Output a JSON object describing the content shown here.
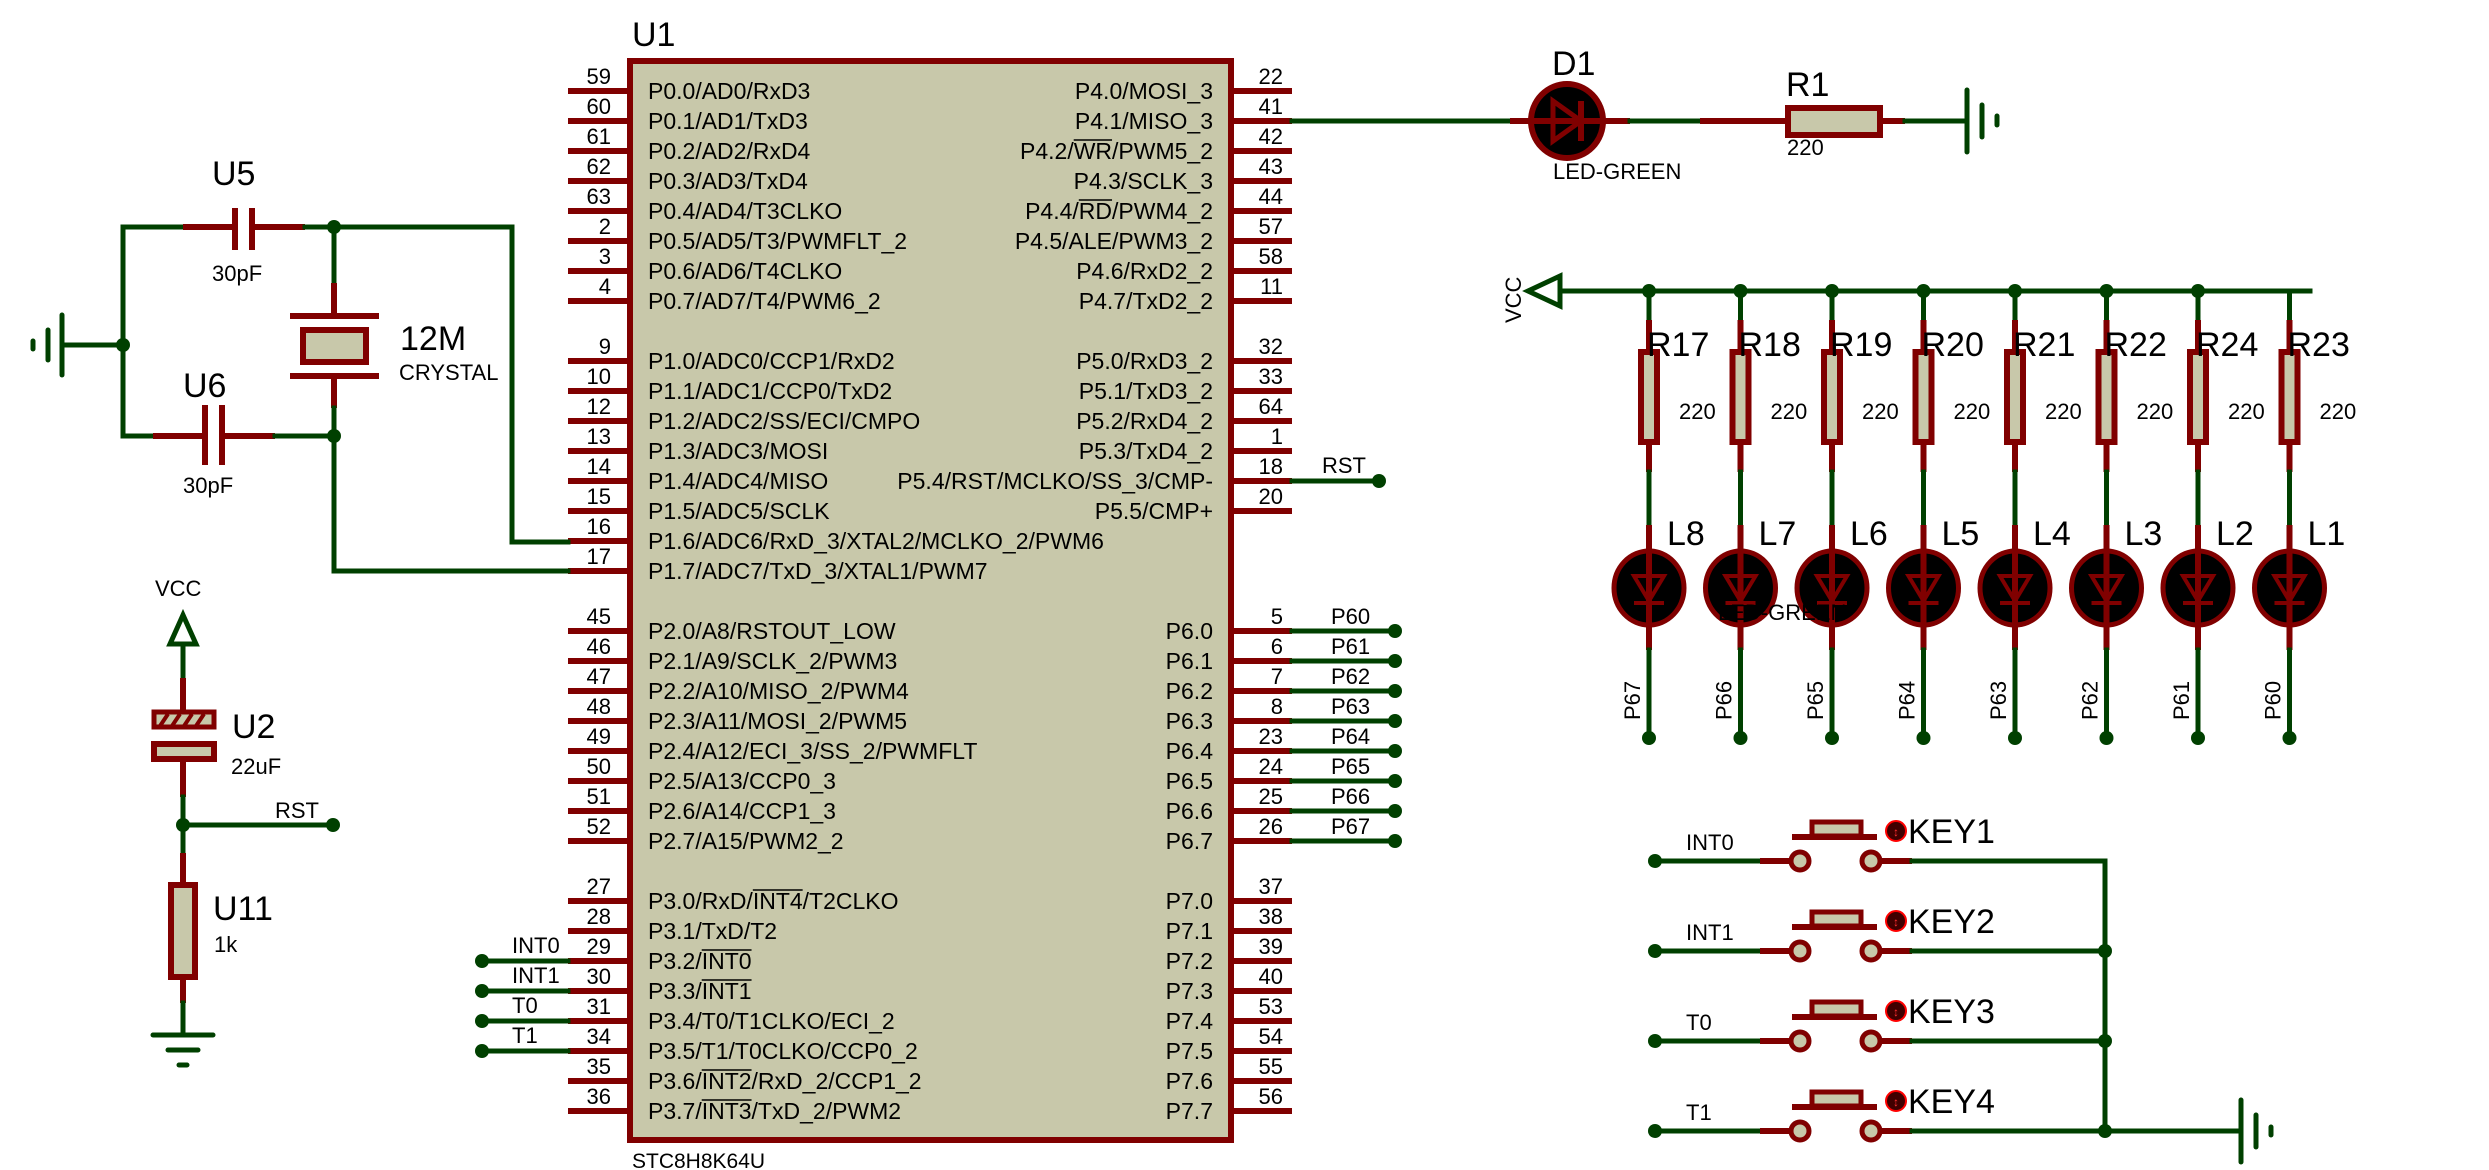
{
  "title": "STC8H8K64U LED / key schematic",
  "colors": {
    "wire": "#004000",
    "pin": "#800000",
    "body": "#c8c8aa",
    "led_fill": "#000000",
    "key_marker": "#ff0000"
  },
  "u1": {
    "ref": "U1",
    "part": "STC8H8K64U",
    "left_pins": [
      {
        "num": "59",
        "label": "P0.0/AD0/RxD3"
      },
      {
        "num": "60",
        "label": "P0.1/AD1/TxD3"
      },
      {
        "num": "61",
        "label": "P0.2/AD2/RxD4"
      },
      {
        "num": "62",
        "label": "P0.3/AD3/TxD4"
      },
      {
        "num": "63",
        "label": "P0.4/AD4/T3CLKO"
      },
      {
        "num": "2",
        "label": "P0.5/AD5/T3/PWMFLT_2"
      },
      {
        "num": "3",
        "label": "P0.6/AD6/T4CLKO"
      },
      {
        "num": "4",
        "label": "P0.7/AD7/T4/PWM6_2"
      },
      {
        "num": "9",
        "label": "P1.0/ADC0/CCP1/RxD2"
      },
      {
        "num": "10",
        "label": "P1.1/ADC1/CCP0/TxD2"
      },
      {
        "num": "12",
        "label": "P1.2/ADC2/SS/ECI/CMPO"
      },
      {
        "num": "13",
        "label": "P1.3/ADC3/MOSI"
      },
      {
        "num": "14",
        "label": "P1.4/ADC4/MISO"
      },
      {
        "num": "15",
        "label": "P1.5/ADC5/SCLK"
      },
      {
        "num": "16",
        "label": "P1.6/ADC6/RxD_3/XTAL2/MCLKO_2/PWM6"
      },
      {
        "num": "17",
        "label": "P1.7/ADC7/TxD_3/XTAL1/PWM7"
      },
      {
        "num": "45",
        "label": "P2.0/A8/RSTOUT_LOW"
      },
      {
        "num": "46",
        "label": "P2.1/A9/SCLK_2/PWM3"
      },
      {
        "num": "47",
        "label": "P2.2/A10/MISO_2/PWM4"
      },
      {
        "num": "48",
        "label": "P2.3/A11/MOSI_2/PWM5"
      },
      {
        "num": "49",
        "label": "P2.4/A12/ECI_3/SS_2/PWMFLT"
      },
      {
        "num": "50",
        "label": "P2.5/A13/CCP0_3"
      },
      {
        "num": "51",
        "label": "P2.6/A14/CCP1_3"
      },
      {
        "num": "52",
        "label": "P2.7/A15/PWM2_2"
      },
      {
        "num": "27",
        "label": "P3.0/RxD/INT4/T2CLKO"
      },
      {
        "num": "28",
        "label": "P3.1/TxD/T2"
      },
      {
        "num": "29",
        "label": "P3.2/INT0"
      },
      {
        "num": "30",
        "label": "P3.3/INT1"
      },
      {
        "num": "31",
        "label": "P3.4/T0/T1CLKO/ECI_2"
      },
      {
        "num": "34",
        "label": "P3.5/T1/T0CLKO/CCP0_2"
      },
      {
        "num": "35",
        "label": "P3.6/INT2/RxD_2/CCP1_2"
      },
      {
        "num": "36",
        "label": "P3.7/INT3/TxD_2/PWM2"
      }
    ],
    "right_pins": [
      {
        "num": "22",
        "label": "P4.0/MOSI_3"
      },
      {
        "num": "41",
        "label": "P4.1/MISO_3"
      },
      {
        "num": "42",
        "label": "P4.2/WR/PWM5_2"
      },
      {
        "num": "43",
        "label": "P4.3/SCLK_3"
      },
      {
        "num": "44",
        "label": "P4.4/RD/PWM4_2"
      },
      {
        "num": "57",
        "label": "P4.5/ALE/PWM3_2"
      },
      {
        "num": "58",
        "label": "P4.6/RxD2_2"
      },
      {
        "num": "11",
        "label": "P4.7/TxD2_2"
      },
      {
        "num": "32",
        "label": "P5.0/RxD3_2"
      },
      {
        "num": "33",
        "label": "P5.1/TxD3_2"
      },
      {
        "num": "64",
        "label": "P5.2/RxD4_2"
      },
      {
        "num": "1",
        "label": "P5.3/TxD4_2"
      },
      {
        "num": "18",
        "label": "P5.4/RST/MCLKO/SS_3/CMP-"
      },
      {
        "num": "20",
        "label": "P5.5/CMP+"
      },
      null,
      null,
      {
        "num": "5",
        "label": "P6.0"
      },
      {
        "num": "6",
        "label": "P6.1"
      },
      {
        "num": "7",
        "label": "P6.2"
      },
      {
        "num": "8",
        "label": "P6.3"
      },
      {
        "num": "23",
        "label": "P6.4"
      },
      {
        "num": "24",
        "label": "P6.5"
      },
      {
        "num": "25",
        "label": "P6.6"
      },
      {
        "num": "26",
        "label": "P6.7"
      },
      {
        "num": "37",
        "label": "P7.0"
      },
      {
        "num": "38",
        "label": "P7.1"
      },
      {
        "num": "39",
        "label": "P7.2"
      },
      {
        "num": "40",
        "label": "P7.3"
      },
      {
        "num": "53",
        "label": "P7.4"
      },
      {
        "num": "54",
        "label": "P7.5"
      },
      {
        "num": "55",
        "label": "P7.6"
      },
      {
        "num": "56",
        "label": "P7.7"
      }
    ],
    "right_net_labels": [
      "P60",
      "P61",
      "P62",
      "P63",
      "P64",
      "P65",
      "P66",
      "P67"
    ],
    "rst_label": "RST",
    "left_net_labels": [
      "INT0",
      "INT1",
      "T0",
      "T1"
    ]
  },
  "crystal": {
    "ref": "12M",
    "value": "CRYSTAL"
  },
  "u5": {
    "ref": "U5",
    "value": "30pF"
  },
  "u6": {
    "ref": "U6",
    "value": "30pF"
  },
  "reset": {
    "vcc": "VCC",
    "cap_ref": "U2",
    "cap_value": "22uF",
    "net": "RST",
    "res_ref": "U11",
    "res_value": "1k"
  },
  "d1": {
    "ref": "D1",
    "value": "LED-GREEN"
  },
  "r1": {
    "ref": "R1",
    "value": "220"
  },
  "led_bank": {
    "vcc": "VCC",
    "resistors": [
      {
        "ref": "R17",
        "value": "220"
      },
      {
        "ref": "R18",
        "value": "220"
      },
      {
        "ref": "R19",
        "value": "220"
      },
      {
        "ref": "R20",
        "value": "220"
      },
      {
        "ref": "R21",
        "value": "220"
      },
      {
        "ref": "R22",
        "value": "220"
      },
      {
        "ref": "R24",
        "value": "220"
      },
      {
        "ref": "R23",
        "value": "220"
      }
    ],
    "leds": [
      "L8",
      "L7",
      "L6",
      "L5",
      "L4",
      "L3",
      "L2",
      "L1"
    ],
    "led_value": "LED-GREEN",
    "nets": [
      "P67",
      "P66",
      "P65",
      "P64",
      "P63",
      "P62",
      "P61",
      "P60"
    ]
  },
  "keys": [
    {
      "ref": "KEY1",
      "net": "INT0"
    },
    {
      "ref": "KEY2",
      "net": "INT1"
    },
    {
      "ref": "KEY3",
      "net": "T0"
    },
    {
      "ref": "KEY4",
      "net": "T1"
    }
  ]
}
